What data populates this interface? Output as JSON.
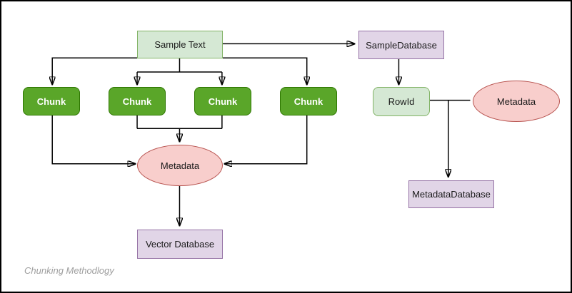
{
  "diagram": {
    "caption": "Chunking Methodlogy",
    "colors": {
      "chunk_fill": "#5aa629",
      "chunk_border": "#2d7600",
      "light_green_fill": "#d5e8d4",
      "light_green_border": "#82b366",
      "purple_fill": "#e1d5e7",
      "purple_border": "#9673a6",
      "pink_fill": "#f8cecc",
      "pink_border": "#b85450",
      "connector": "#000000",
      "caption_color": "#9e9e9e",
      "canvas_border": "#000000"
    },
    "nodes": {
      "sample_text": {
        "label": "Sample Text",
        "shape": "rectangle",
        "color": "light-green"
      },
      "chunks": [
        {
          "label": "Chunk",
          "shape": "rounded-rectangle",
          "color": "green"
        },
        {
          "label": "Chunk",
          "shape": "rounded-rectangle",
          "color": "green"
        },
        {
          "label": "Chunk",
          "shape": "rounded-rectangle",
          "color": "green"
        },
        {
          "label": "Chunk",
          "shape": "rounded-rectangle",
          "color": "green"
        }
      ],
      "metadata_center": {
        "label": "Metadata",
        "shape": "ellipse",
        "color": "pink"
      },
      "vector_database": {
        "label": "Vector Database",
        "shape": "rectangle",
        "color": "purple"
      },
      "sample_database": {
        "label": "SampleDatabase",
        "shape": "rectangle",
        "color": "purple"
      },
      "row_id": {
        "label": "RowId",
        "shape": "rounded-rectangle",
        "color": "light-green"
      },
      "metadata_right": {
        "label": "Metadata",
        "shape": "ellipse",
        "color": "pink"
      },
      "metadata_database": {
        "label": "MetadataDatabase",
        "shape": "rectangle",
        "color": "purple"
      }
    },
    "edges": [
      {
        "from": "sample_text",
        "to": "sample_database",
        "arrow": true
      },
      {
        "from": "sample_text",
        "to": "chunk-1",
        "arrow": true
      },
      {
        "from": "sample_text",
        "to": "chunk-2",
        "arrow": true
      },
      {
        "from": "sample_text",
        "to": "chunk-3",
        "arrow": true
      },
      {
        "from": "sample_text",
        "to": "chunk-4",
        "arrow": true
      },
      {
        "from": "chunk-1",
        "to": "metadata_center",
        "arrow": true
      },
      {
        "from": "chunk-2",
        "to": "metadata_center",
        "arrow": true
      },
      {
        "from": "chunk-3",
        "to": "metadata_center",
        "arrow": true
      },
      {
        "from": "chunk-4",
        "to": "metadata_center",
        "arrow": true
      },
      {
        "from": "metadata_center",
        "to": "vector_database",
        "arrow": true
      },
      {
        "from": "sample_database",
        "to": "row_id",
        "arrow": true
      },
      {
        "from": "row_id",
        "to": "metadata_right",
        "arrow": false
      },
      {
        "from": "row_id",
        "to": "metadata_database",
        "arrow": true
      }
    ]
  }
}
